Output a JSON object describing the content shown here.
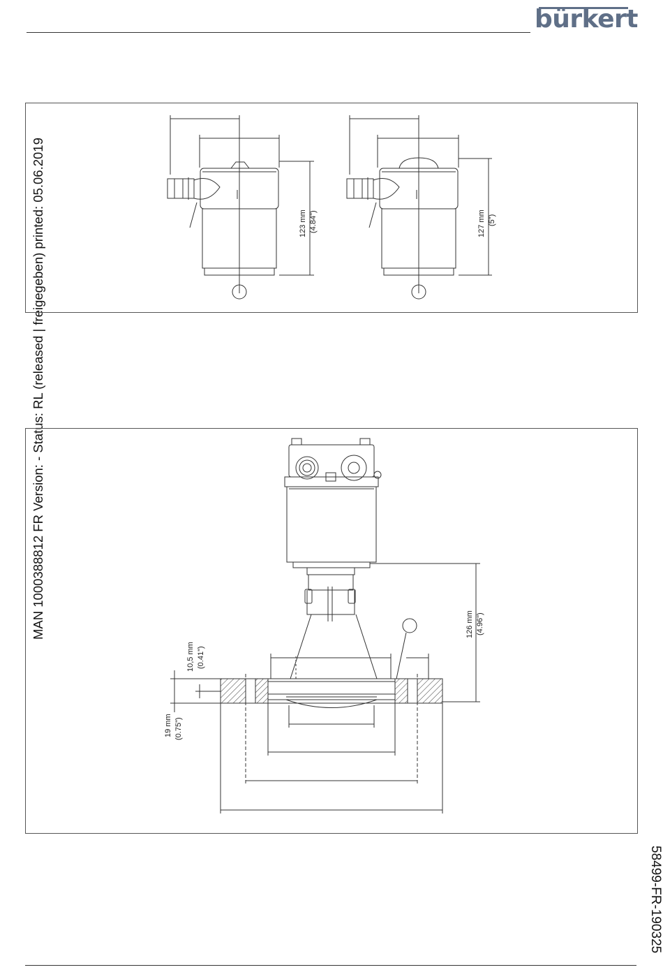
{
  "header": {
    "brand": "bürkert"
  },
  "sidebar_text": {
    "status_line": "MAN  1000388812  FR  Version: - Status: RL (released | freigegeben)  printed: 05.06.2019"
  },
  "footer": {
    "reference": "58499-FR-190325"
  },
  "drawing1": {
    "left_dim_mm": "123 mm",
    "left_dim_in": "(4.84\")",
    "right_dim_mm": "127 mm",
    "right_dim_in": "(5\")"
  },
  "drawing2": {
    "height_mm": "126 mm",
    "height_in": "(4.96\")",
    "top_mm": "10,5 mm",
    "top_in": "(0.41\")",
    "flange_mm": "19 mm",
    "flange_in": "(0.75\")"
  },
  "colors": {
    "brand": "#5f6f87",
    "line": "#333333"
  }
}
